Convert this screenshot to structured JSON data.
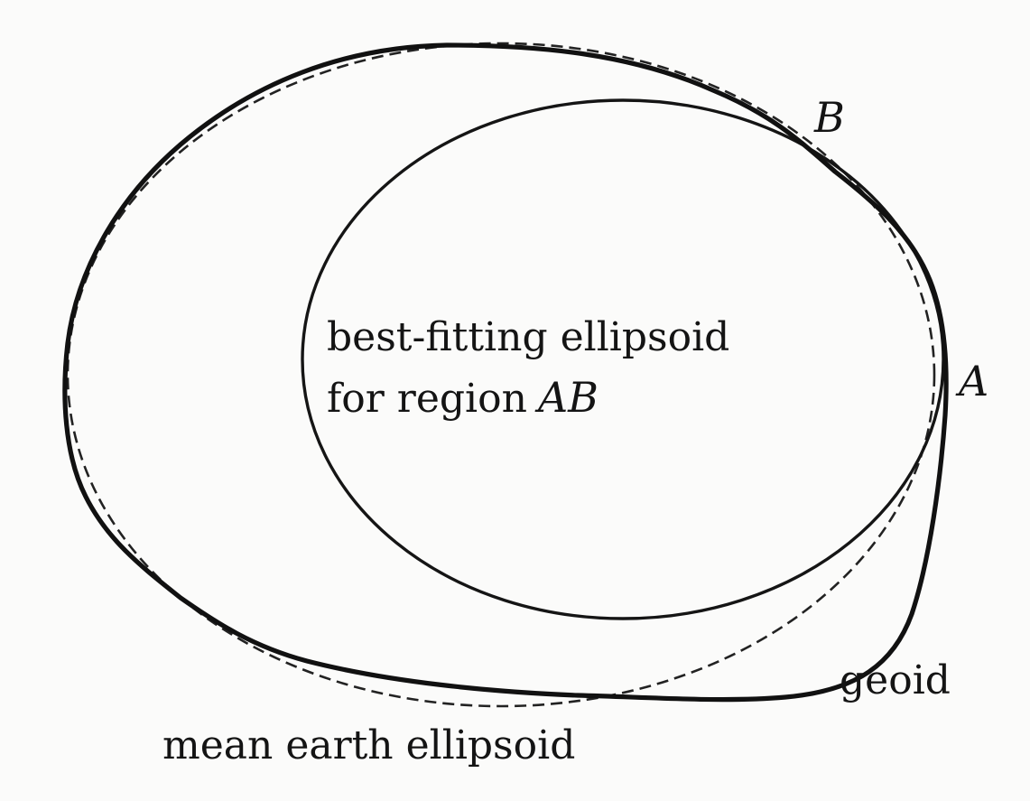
{
  "labels": {
    "point_b": "B",
    "point_a": "A",
    "inner_line1": "best-fitting ellipsoid",
    "inner_line2_prefix": "for region",
    "inner_line2_region": "AB",
    "geoid": "geoid",
    "mean_ellipsoid": "mean earth ellipsoid"
  },
  "legend_styles": {
    "geoid": "thick solid",
    "mean_ellipsoid": "dashed",
    "best_fitting_ellipsoid": "thin solid"
  }
}
